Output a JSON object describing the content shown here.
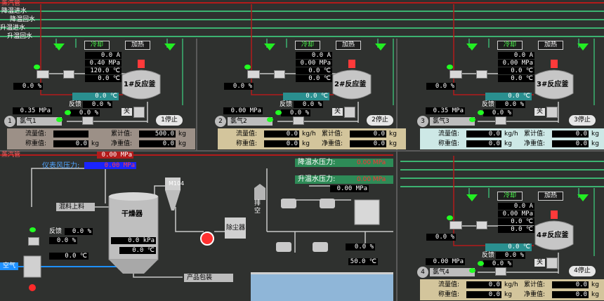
{
  "header_lines": {
    "steam": "蒸汽管",
    "cool_in": "降温进水",
    "cool_back": "降温回水",
    "heat_in": "升温进水",
    "heat_back": "升温回水"
  },
  "common": {
    "cool_btn": "冷却",
    "heat_btn": "加热",
    "feedback": "反馈",
    "close": "关",
    "flow": "流量值:",
    "weigh": "称重值:",
    "total": "累计值:",
    "net": "净重值:",
    "unit_kgh": "kg/h",
    "unit_kg": "kg"
  },
  "reactors": [
    {
      "name": "1#反应釜",
      "num": "1",
      "chlorine": "氯气1",
      "stop": "1停止",
      "current": "0.0 A",
      "pressure": "0.40 MPa",
      "temp": "120.0 ℃",
      "temp2": "0.0 ℃",
      "jacket_temp": "0.0 ℃",
      "valve_pct": "0.0 %",
      "feedback_pct": "0.0 %",
      "outlet_pct": "0.0 %",
      "cl_pressure": "0.35 MPa",
      "flow_val": "",
      "flow_unit": "",
      "total_val": "500.0",
      "weigh_val": "0.0",
      "net_val": "0.0",
      "summary_bg": "#9c9087"
    },
    {
      "name": "2#反应釜",
      "num": "2",
      "chlorine": "氯气2",
      "stop": "2停止",
      "current": "0.0 A",
      "pressure": "0.00 MPa",
      "temp": "0.0 ℃",
      "temp2": "0.0 ℃",
      "jacket_temp": "0.0 ℃",
      "valve_pct": "0.0 %",
      "feedback_pct": "0.0 %",
      "outlet_pct": "0.0 %",
      "cl_pressure": "0.00 MPa",
      "flow_val": "0.0",
      "flow_unit": "kg/h",
      "total_val": "0.0",
      "weigh_val": "0.0",
      "net_val": "0.0",
      "summary_bg": "#d3c59c"
    },
    {
      "name": "3#反应釜",
      "num": "3",
      "chlorine": "氯气3",
      "stop": "3停止",
      "current": "0.0 A",
      "pressure": "0.00 MPa",
      "temp": "0.0 ℃",
      "temp2": "0.0 ℃",
      "jacket_temp": "0.0 ℃",
      "valve_pct": "0.0 %",
      "feedback_pct": "0.0 %",
      "outlet_pct": "0.0 %",
      "cl_pressure": "0.35 MPa",
      "flow_val": "0.0",
      "flow_unit": "kg/h",
      "total_val": "0.0",
      "weigh_val": "0.0",
      "net_val": "0.0",
      "summary_bg": "#cde8e6"
    },
    {
      "name": "4#反应釜",
      "num": "4",
      "chlorine": "氯气4",
      "stop": "4停止",
      "current": "0.0 A",
      "pressure": "0.00 MPa",
      "temp": "0.0 ℃",
      "temp2": "0.0 ℃",
      "jacket_temp": "0.0 ℃",
      "valve_pct": "0.0 %",
      "feedback_pct": "0.0 %",
      "outlet_pct": "0.0 %",
      "cl_pressure": "0.00 MPa",
      "flow_val": "0.0",
      "flow_unit": "kg/h",
      "total_val": "0.0",
      "weigh_val": "0.0",
      "net_val": "0.0",
      "summary_bg": "#d3c59c"
    }
  ],
  "lower": {
    "steam": "蒸汽管",
    "steam_pressure": "0.00 MPa",
    "instrument_air_label": "仪表风压力:",
    "instrument_air_val": "0.00 MPa",
    "mixed_feed": "混料上料",
    "dryer": "干燥器",
    "dryer_pressure": "0.0 kPa",
    "dryer_temp": "0.0 ℃",
    "cyclone": "M104",
    "dust": "除尘器",
    "vent": "排空",
    "product": "产品包装",
    "cool_pressure_label": "降温水压力:",
    "cool_pressure_val": "0.00 MPa",
    "heat_pressure_label": "升温水压力:",
    "heat_pressure_val": "0.00 MPa",
    "tank_pressure": "0.00 MPa",
    "tank_valve_pct": "0.0 %",
    "tank_temp": "50.0 ℃",
    "left_feedback": "反馈",
    "left_fb_pct": "0.0 %",
    "left_valve_pct": "0.0 %",
    "left_temp": "0.0 ℃",
    "air": "空气"
  }
}
